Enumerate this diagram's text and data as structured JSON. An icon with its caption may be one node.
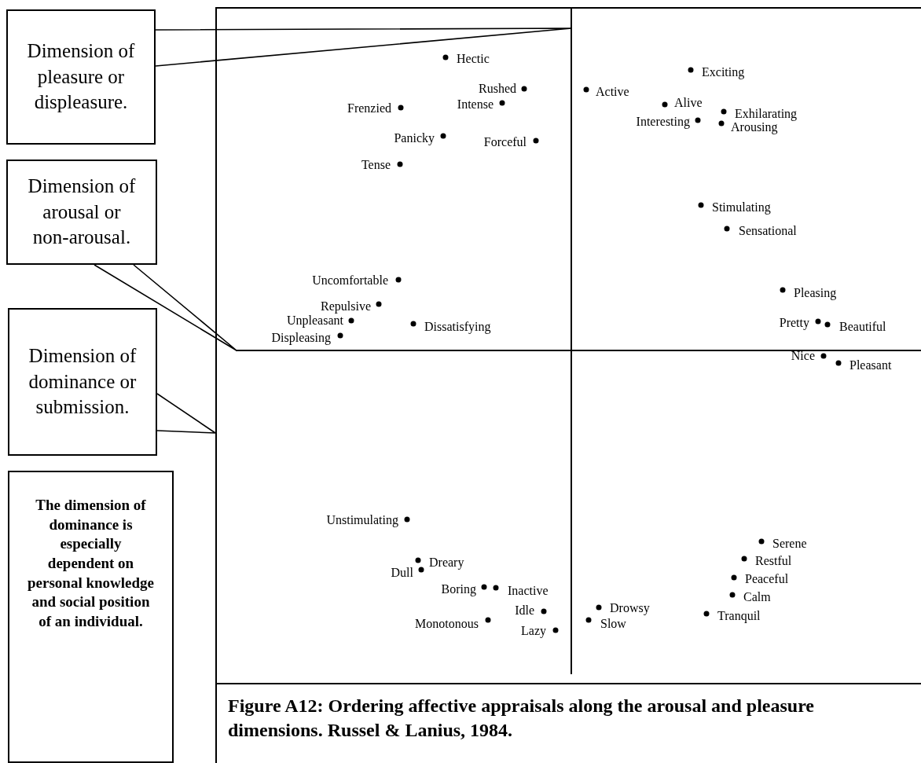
{
  "diagram": {
    "caption": "Figure A12: Ordering affective appraisals along the arousal and pleasure dimensions. Russel & Lanius, 1984.",
    "nodes": [
      {
        "text": [
          "Dimension of pleasure or displeasure."
        ]
      },
      {
        "text": [
          "Dimension of arousal or non-arousal."
        ]
      },
      {
        "text": [
          "Dimension of dominance or submission."
        ]
      },
      {
        "text": [
          "The dimension of dominance is especially dependent on personal knowledge and social position of an individual."
        ]
      },
      {
        "text": [],
        "shape": "line"
      },
      {
        "text": [],
        "shape": "line"
      }
    ],
    "edges": [
      {
        "from": 0,
        "to": 4,
        "arrow": "none"
      },
      {
        "from": 1,
        "to": 5,
        "arrow": "none"
      },
      {
        "from": 2,
        "to": null,
        "arrow": "none"
      }
    ],
    "labels": [
      "Hectic",
      "Exciting",
      "Rushed",
      "Active",
      "Intense",
      "Alive",
      "Exhilarating",
      "Frenzied",
      "Interesting",
      "Arousing",
      "Panicky",
      "Forceful",
      "Tense",
      "Stimulating",
      "Sensational",
      "Uncomfortable",
      "Pleasing",
      "Repulsive",
      "Unpleasant",
      "Dissatisfying",
      "Pretty",
      "Beautiful",
      "Displeasing",
      "Nice",
      "Pleasant",
      "Unstimulating",
      "Serene",
      "Dreary",
      "Dull",
      "Restful",
      "Peaceful",
      "Boring",
      "Inactive",
      "Calm",
      "Idle",
      "Drowsy",
      "Tranquil",
      "Monotonous",
      "Slow",
      "Lazy"
    ]
  }
}
